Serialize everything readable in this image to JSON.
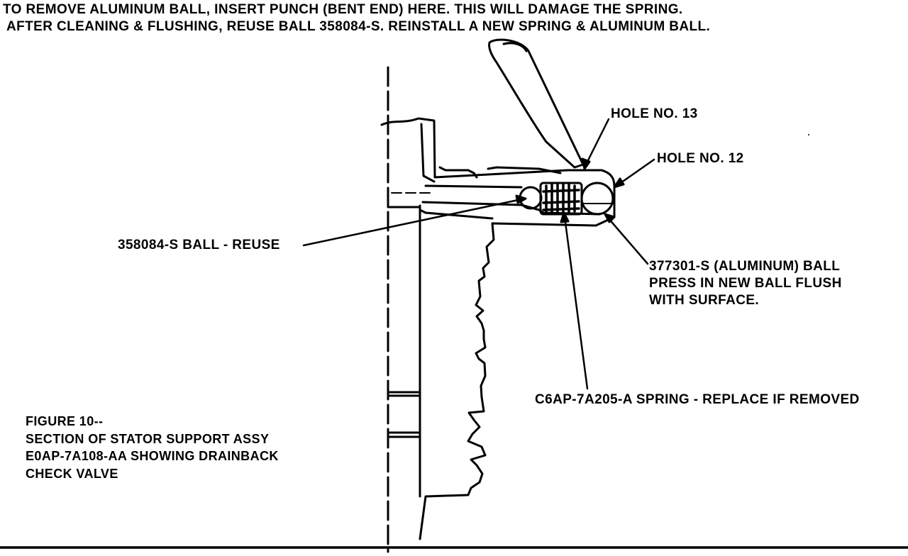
{
  "instructions": {
    "line1": "TO REMOVE ALUMINUM BALL, INSERT PUNCH (BENT END) HERE. THIS WILL DAMAGE THE SPRING.",
    "line2": "AFTER CLEANING & FLUSHING, REUSE BALL 358084-S. REINSTALL A NEW SPRING & ALUMINUM BALL."
  },
  "callouts": {
    "hole_13": "HOLE NO. 13",
    "hole_12": "HOLE NO. 12",
    "ball_reuse": "358084-S BALL - REUSE",
    "aluminum_ball": {
      "line1": "377301-S (ALUMINUM) BALL",
      "line2": "PRESS IN NEW BALL FLUSH",
      "line3": "WITH SURFACE."
    },
    "spring": "C6AP-7A205-A SPRING - REPLACE IF REMOVED"
  },
  "figure": {
    "line1": "FIGURE 10--",
    "line2": "SECTION OF STATOR SUPPORT ASSY",
    "line3": "E0AP-7A108-AA SHOWING DRAINBACK",
    "line4": "CHECK VALVE"
  },
  "colors": {
    "ink": "#000000",
    "paper": "#ffffff"
  }
}
